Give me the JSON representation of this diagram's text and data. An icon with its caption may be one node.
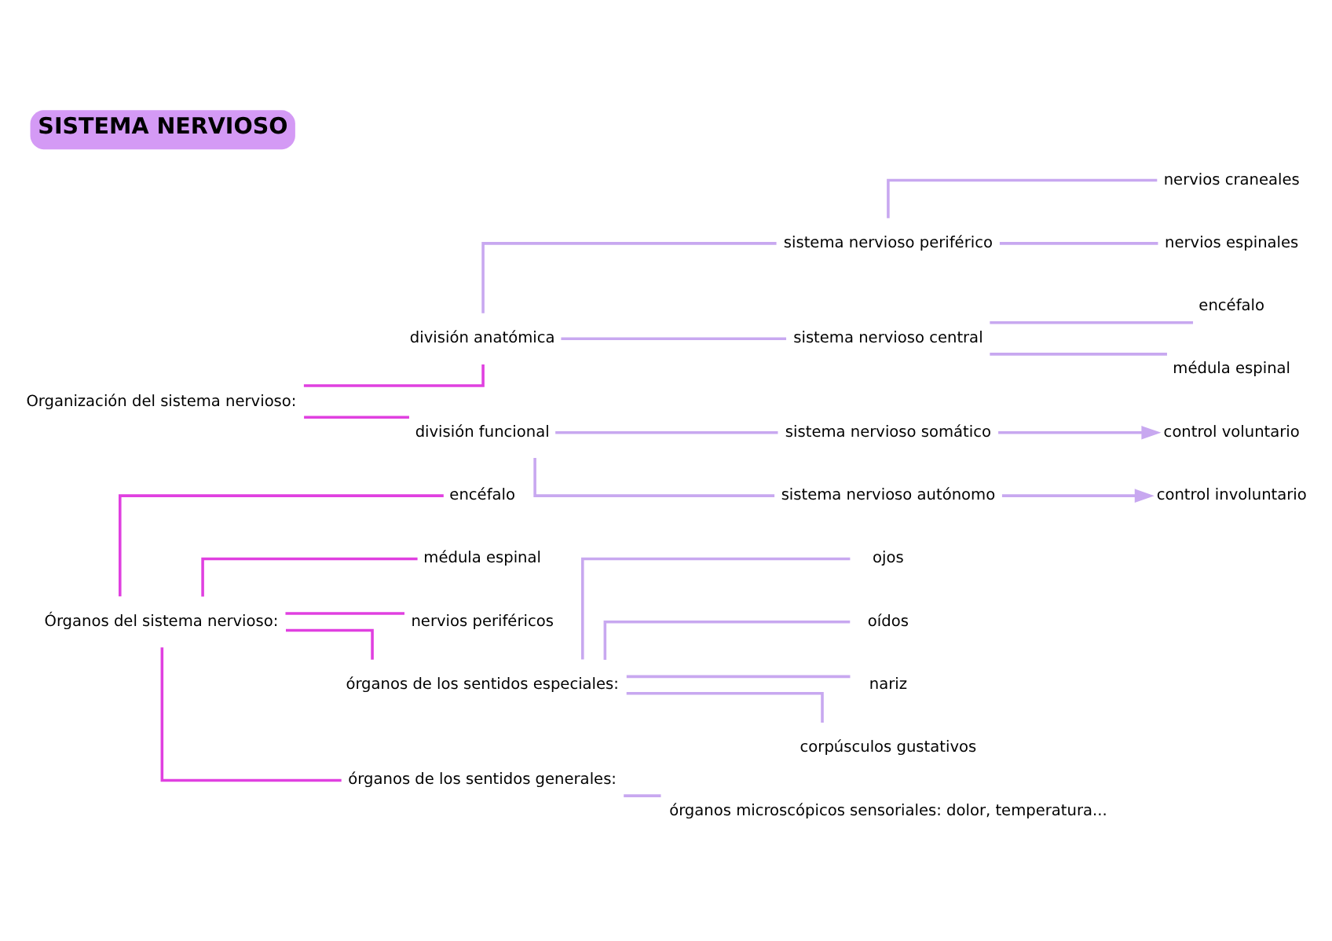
{
  "diagram": {
    "title": "SISTEMA NERVIOSO",
    "nodes": [
      {
        "text": [
          "Órganos del sistema nervioso:"
        ]
      },
      {
        "text": [
          "encéfalo"
        ]
      },
      {
        "text": [
          "médula espinal"
        ]
      },
      {
        "text": [
          "nervios periféricos"
        ]
      },
      {
        "text": [
          "órganos de los sentidos especiales:"
        ]
      },
      {
        "text": [
          "ojos"
        ]
      },
      {
        "text": [
          "oídos"
        ]
      },
      {
        "text": [
          "nariz"
        ]
      },
      {
        "text": [
          "corpúsculos gustativos"
        ]
      },
      {
        "text": [
          "órganos de los sentidos generales:"
        ]
      },
      {
        "text": [
          "órganos microscópicos sensoriales: dolor, temperatura..."
        ]
      },
      {
        "text": [
          "Organización del sistema nervioso:"
        ]
      },
      {
        "text": [
          "división anatómica"
        ]
      },
      {
        "text": [
          "sistema nervioso periférico"
        ]
      },
      {
        "text": [
          "nervios craneales"
        ]
      },
      {
        "text": [
          "nervios espinales"
        ]
      },
      {
        "text": [
          "sistema nervioso central"
        ]
      },
      {
        "text": [
          "encéfalo"
        ]
      },
      {
        "text": [
          "médula espinal"
        ]
      },
      {
        "text": [
          "división funcional"
        ]
      },
      {
        "text": [
          "sistema nervioso somático"
        ]
      },
      {
        "text": [
          "control voluntario"
        ]
      },
      {
        "text": [
          "sistema nervioso autónomo"
        ]
      },
      {
        "text": [
          "control involuntario"
        ]
      }
    ],
    "edges": [
      {
        "from": 0,
        "to": 1,
        "arrow": "none",
        "color": "#e040e0"
      },
      {
        "from": 0,
        "to": 2,
        "arrow": "none",
        "color": "#e040e0"
      },
      {
        "from": 0,
        "to": 3,
        "arrow": "none",
        "color": "#e040e0"
      },
      {
        "from": 0,
        "to": 4,
        "arrow": "none",
        "color": "#e040e0"
      },
      {
        "from": 0,
        "to": 9,
        "arrow": "none",
        "color": "#e040e0"
      },
      {
        "from": 4,
        "to": 5,
        "arrow": "none"
      },
      {
        "from": 4,
        "to": 6,
        "arrow": "none"
      },
      {
        "from": 4,
        "to": 7,
        "arrow": "none"
      },
      {
        "from": 4,
        "to": 8,
        "arrow": "none"
      },
      {
        "from": 9,
        "to": 10,
        "arrow": "none"
      },
      {
        "from": 11,
        "to": 12,
        "arrow": "none",
        "color": "#e040e0"
      },
      {
        "from": 11,
        "to": 19,
        "arrow": "none",
        "color": "#e040e0"
      },
      {
        "from": 12,
        "to": 13,
        "arrow": "none"
      },
      {
        "from": 12,
        "to": 16,
        "arrow": "none"
      },
      {
        "from": 13,
        "to": 14,
        "arrow": "none"
      },
      {
        "from": 13,
        "to": 15,
        "arrow": "none"
      },
      {
        "from": 16,
        "to": 17,
        "arrow": "none"
      },
      {
        "from": 16,
        "to": 18,
        "arrow": "none"
      },
      {
        "from": 19,
        "to": 20,
        "arrow": "none"
      },
      {
        "from": 19,
        "to": 22,
        "arrow": "none"
      },
      {
        "from": 20,
        "to": 21,
        "arrow": "to"
      },
      {
        "from": 22,
        "to": 23,
        "arrow": "to"
      }
    ]
  }
}
